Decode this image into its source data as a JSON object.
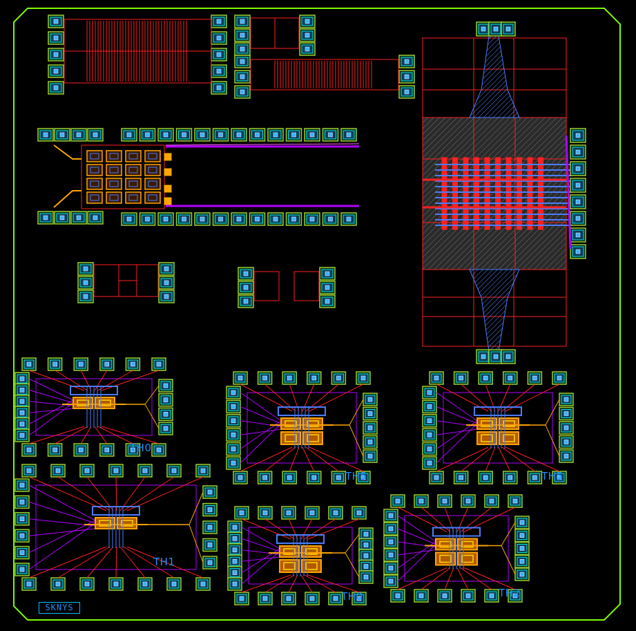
{
  "colors": {
    "background": "#000000",
    "boundary": "#7cfc00",
    "pad_fill": "#1e90ff",
    "pad_green": "#9acd32",
    "pad_cyan": "#00e5ee",
    "metal_red": "#ff2020",
    "metal_blue": "#4a7dff",
    "metal_purple": "#b000ff",
    "metal_orange": "#ffa500",
    "metal_yellow": "#ffd700",
    "label": "#1e90ff"
  },
  "labels": {
    "th0_a": "TH0",
    "th1": "TH1",
    "th5_a": "TH5",
    "th5_b": "TH5",
    "th0_b": "TH0",
    "th2": "TH2",
    "chip_name": "SKNYS"
  }
}
